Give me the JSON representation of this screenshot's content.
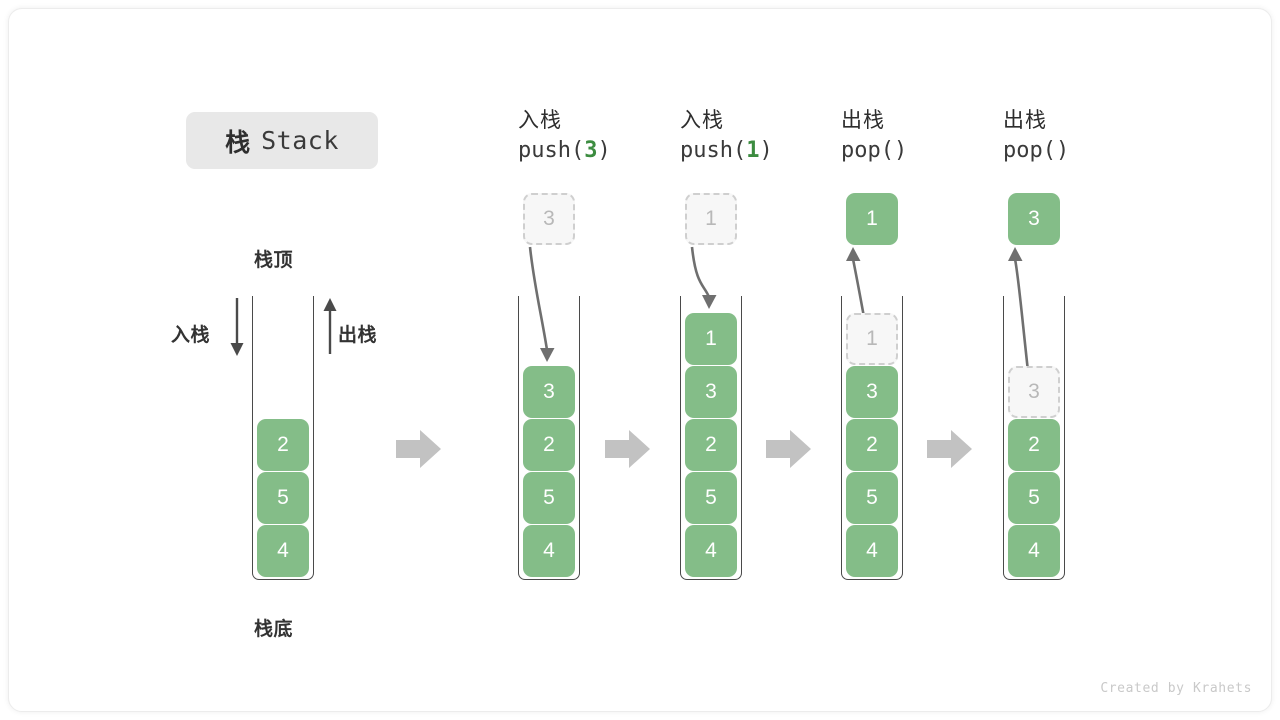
{
  "title": {
    "cn": "栈",
    "en": "Stack"
  },
  "labels": {
    "top": "栈顶",
    "bottom": "栈底",
    "push": "入栈",
    "pop": "出栈"
  },
  "colors": {
    "element_fill": "#84bd88",
    "element_text": "#ffffff",
    "ghost_fill": "#f7f7f7",
    "ghost_border": "#cfcfcf",
    "ghost_text": "#b8b8b8",
    "container_border": "#4a4a4a",
    "step_arrow": "#c2c2c2",
    "accent_code_arg": "#3c8c40",
    "badge_bg": "#e8e8e8"
  },
  "initial_stack": {
    "elements": [
      "2",
      "5",
      "4"
    ]
  },
  "steps": [
    {
      "op_cn": "入栈",
      "op_code_prefix": "push(",
      "op_code_arg": "3",
      "op_code_suffix": ")",
      "floating": {
        "value": "3",
        "style": "ghost",
        "position": "above"
      },
      "motion": "down",
      "elements": [
        "3",
        "2",
        "5",
        "4"
      ],
      "ghost_index": -1
    },
    {
      "op_cn": "入栈",
      "op_code_prefix": "push(",
      "op_code_arg": "1",
      "op_code_suffix": ")",
      "floating": {
        "value": "1",
        "style": "ghost",
        "position": "above"
      },
      "motion": "down",
      "elements": [
        "1",
        "3",
        "2",
        "5",
        "4"
      ],
      "ghost_index": -1
    },
    {
      "op_cn": "出栈",
      "op_code_prefix": "pop(",
      "op_code_arg": "",
      "op_code_suffix": ")",
      "floating": {
        "value": "1",
        "style": "filled",
        "position": "above"
      },
      "motion": "up",
      "elements": [
        "1",
        "3",
        "2",
        "5",
        "4"
      ],
      "ghost_index": 0
    },
    {
      "op_cn": "出栈",
      "op_code_prefix": "pop(",
      "op_code_arg": "",
      "op_code_suffix": ")",
      "floating": {
        "value": "3",
        "style": "filled",
        "position": "above"
      },
      "motion": "up",
      "elements": [
        "3",
        "2",
        "5",
        "4"
      ],
      "ghost_index": 0
    }
  ],
  "credit": "Created by Krahets"
}
